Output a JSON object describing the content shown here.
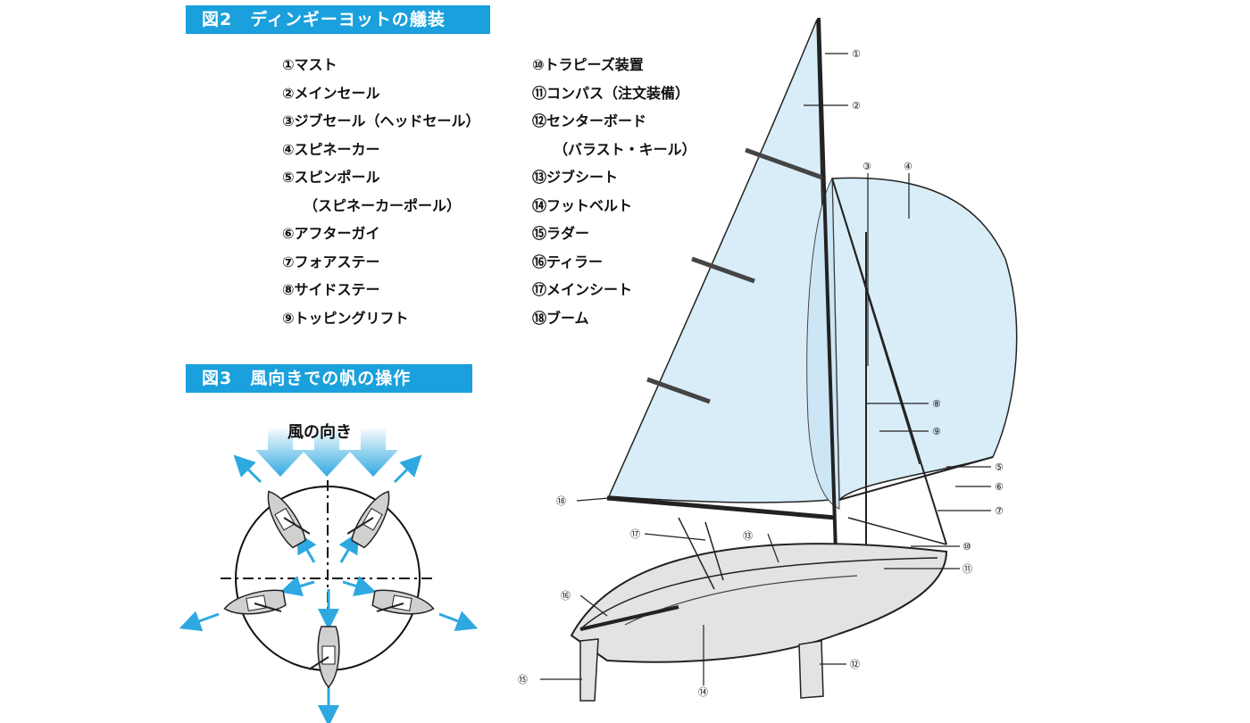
{
  "figure2": {
    "title": "図2　ディンギーヨットの艤装",
    "parts_left": [
      {
        "label": "①マスト"
      },
      {
        "label": "②メインセール"
      },
      {
        "label": "③ジブセール（ヘッドセール）"
      },
      {
        "label": "④スピネーカー"
      },
      {
        "label": "⑤スピンポール"
      },
      {
        "label": "（スピネーカーポール）",
        "continuation": true
      },
      {
        "label": "⑥アフターガイ"
      },
      {
        "label": "⑦フォアステー"
      },
      {
        "label": "⑧サイドステー"
      },
      {
        "label": "⑨トッピングリフト"
      }
    ],
    "parts_right": [
      {
        "label": "⑩トラピーズ装置"
      },
      {
        "label": "⑪コンパス（注文装備）"
      },
      {
        "label": "⑫センターボード"
      },
      {
        "label": "（バラスト・キール）",
        "continuation": true
      },
      {
        "label": "⑬ジブシート"
      },
      {
        "label": "⑭フットベルト"
      },
      {
        "label": "⑮ラダー"
      },
      {
        "label": "⑯ティラー"
      },
      {
        "label": "⑰メインシート"
      },
      {
        "label": "⑱ブーム"
      }
    ],
    "callouts": [
      "①",
      "②",
      "③",
      "④",
      "⑤",
      "⑥",
      "⑦",
      "⑧",
      "⑨",
      "⑩",
      "⑪",
      "⑫",
      "⑬",
      "⑭",
      "⑮",
      "⑯",
      "⑰",
      "⑱"
    ]
  },
  "figure3": {
    "title": "図3　風向きでの帆の操作",
    "wind_label": "風の向き"
  },
  "colors": {
    "banner": "#1aa0dc",
    "sail_fill": "#d8edf8",
    "arrow": "#2ea8e0",
    "hull": "#e3e3e3"
  }
}
